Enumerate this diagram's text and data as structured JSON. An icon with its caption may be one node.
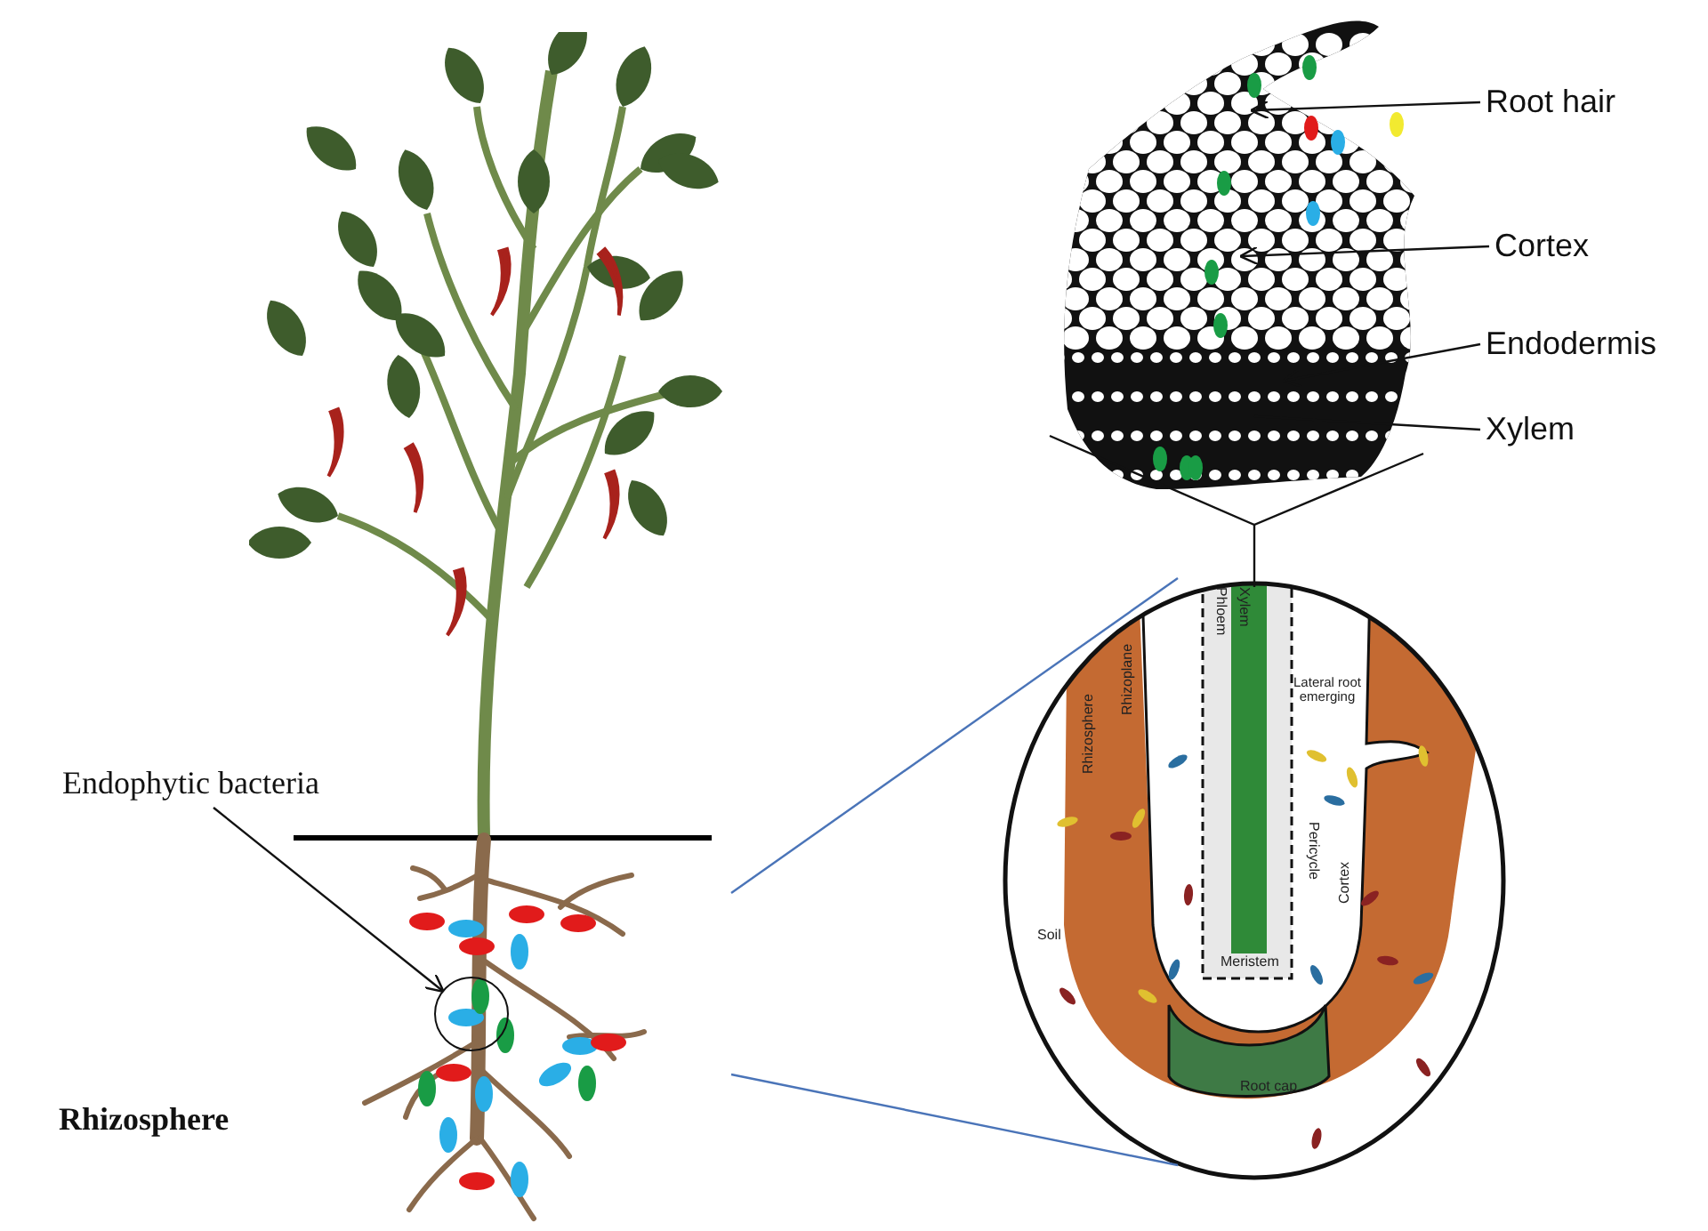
{
  "diagram": {
    "nodes": [
      {
        "text": [
          "Endophytic bacteria"
        ]
      },
      {
        "text": [],
        "shape": "circle",
        "in": 6
      },
      {
        "text": [
          "Root hair"
        ]
      },
      {
        "text": [
          "Cortex"
        ]
      },
      {
        "text": [
          "Endodermis"
        ]
      },
      {
        "text": [
          "Xylem"
        ]
      },
      {
        "text": [],
        "shape": "picture",
        "beside": [
          "Rhizosphere"
        ]
      },
      {
        "text": [],
        "shape": "picture"
      },
      {
        "text": [],
        "shape": "picture"
      }
    ],
    "edges": [
      {
        "from": 0,
        "to": 1,
        "arrow": "to"
      },
      {
        "from": 2,
        "to": 7,
        "arrow": "to"
      },
      {
        "from": 3,
        "to": 7,
        "arrow": "to"
      },
      {
        "from": 4,
        "to": 7,
        "arrow": "to"
      },
      {
        "from": 5,
        "to": 7,
        "arrow": "none"
      },
      {
        "from": 7,
        "to": 8,
        "arrow": "none"
      },
      {
        "from": 6,
        "to": 8,
        "arrow": "none",
        "color": "#4a74b8"
      },
      {
        "from": 6,
        "to": 8,
        "arrow": "none",
        "color": "#4a74b8"
      }
    ],
    "labels": [
      "Phloem",
      "Xylem",
      "Rhizoplane",
      "Rhizosphere",
      "Lateral root emerging",
      "Pericycle",
      "Cortex",
      "Soil",
      "Meristem",
      "Root cap"
    ]
  }
}
